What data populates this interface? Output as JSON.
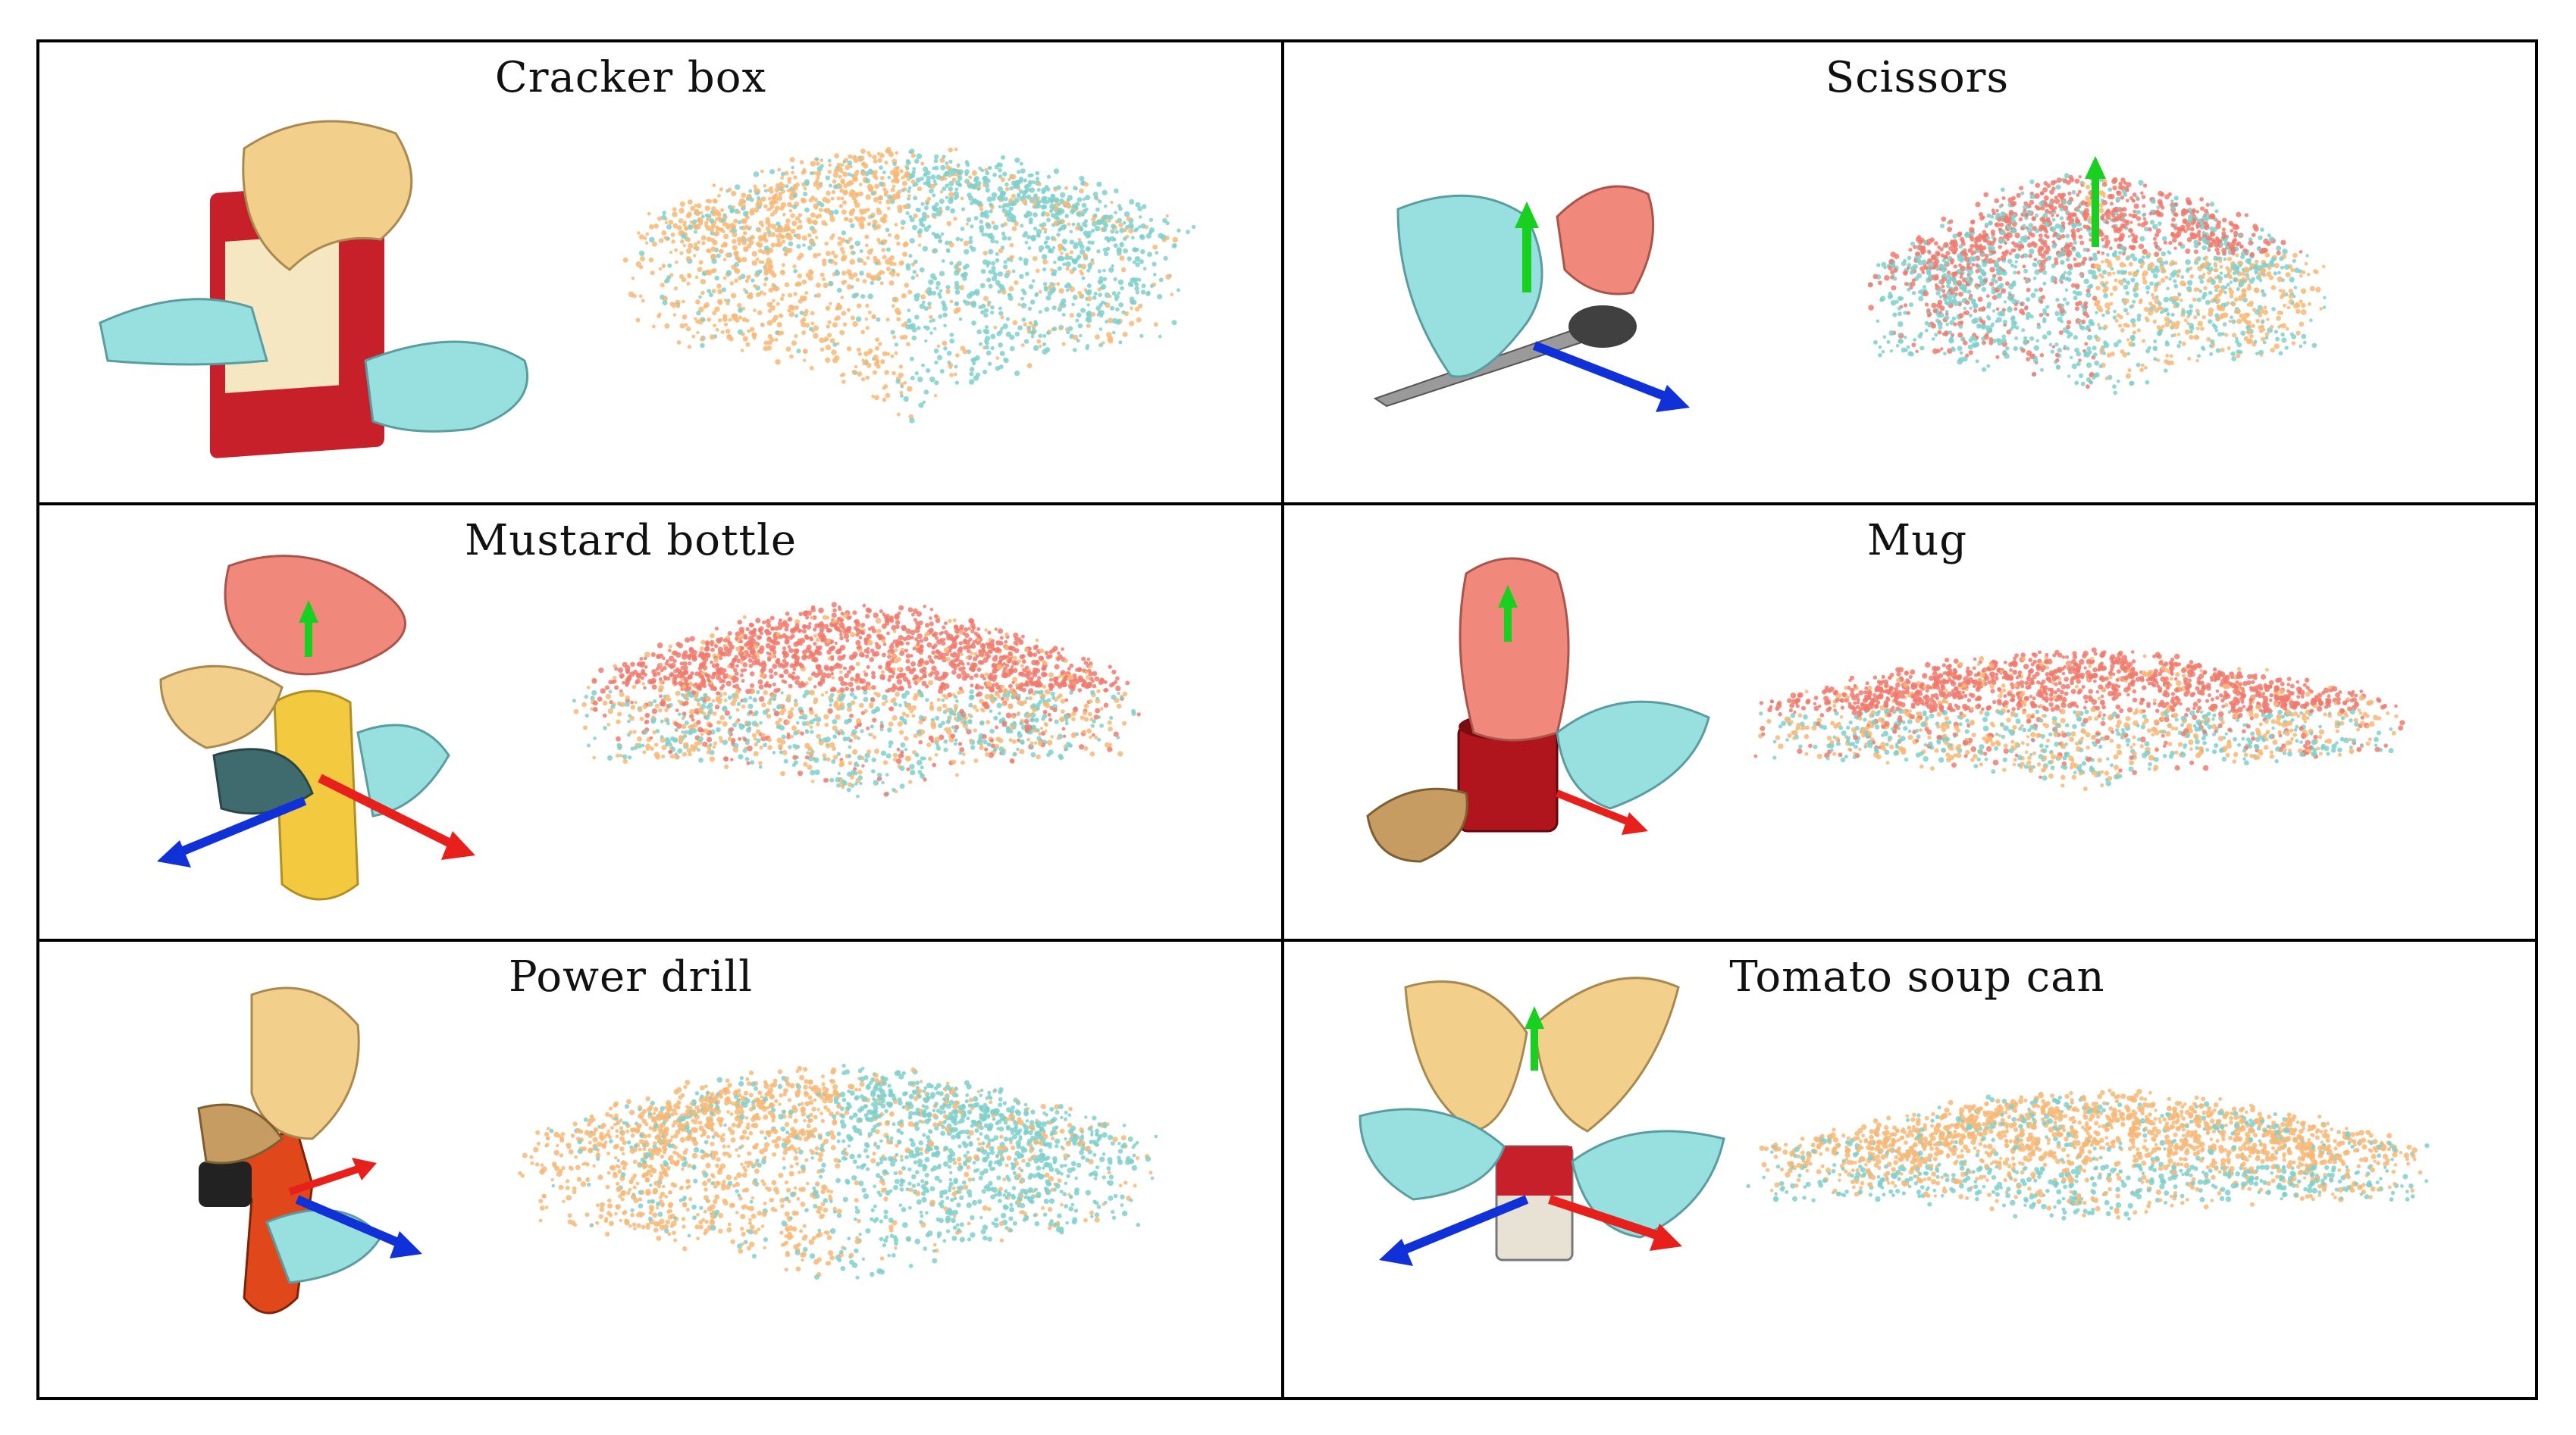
{
  "figure": {
    "panels": [
      {
        "title": "Cracker box",
        "hands": [
          "hand-yellow",
          "hand-teal"
        ],
        "object": "cracker-box",
        "axes": false
      },
      {
        "title": "Scissors",
        "hands": [
          "hand-teal",
          "hand-red"
        ],
        "object": "scissors",
        "axes": true
      },
      {
        "title": "Mustard bottle",
        "hands": [
          "hand-red",
          "hand-yellow",
          "hand-teal"
        ],
        "object": "mustard-bottle",
        "axes": true
      },
      {
        "title": "Mug",
        "hands": [
          "hand-red",
          "hand-yellow",
          "hand-teal"
        ],
        "object": "mug",
        "axes": true
      },
      {
        "title": "Power drill",
        "hands": [
          "hand-yellow",
          "hand-teal"
        ],
        "object": "power-drill",
        "axes": true
      },
      {
        "title": "Tomato soup can",
        "hands": [
          "hand-yellow",
          "hand-teal"
        ],
        "object": "soup-can",
        "axes": true
      }
    ],
    "colors": {
      "orange": "#f7b877",
      "teal": "#7fd0cb",
      "red": "#f07a6d",
      "hand_yellow": "#f2cf8a",
      "hand_teal": "#98e0e0",
      "hand_red": "#f1887c",
      "axis_x": "#e8201c",
      "axis_y": "#18d020",
      "axis_z": "#1030d8"
    }
  }
}
